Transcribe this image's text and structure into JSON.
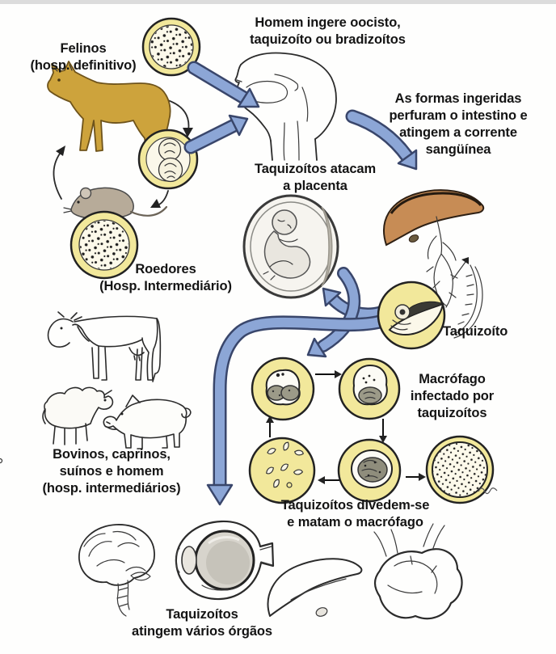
{
  "labels": {
    "felinos": "Felinos\n(hosp. definitivo)",
    "homem": "Homem ingere oocisto,\ntaquizoíto ou bradizoítos",
    "formas": "As formas ingeridas\nperfuram o intestino e\natingem a corrente\nsangüínea",
    "placenta": "Taquizoítos atacam\na placenta",
    "roedores": "Roedores\n(Hosp. Intermediário)",
    "taquizoito": "Taquizoíto",
    "macrofago": "Macrófago\ninfectado por\ntaquizoítos",
    "dividem": "Taquizoítos divedem-se\ne matam o macrófago",
    "bovinos": "Bovinos, caprinos,\nsuínos e homem\n(hosp. intermediários)",
    "orgaos": "Taquizoítos\natingem vários órgãos"
  },
  "colors": {
    "cell_yellow": "#f2e89b",
    "cell_cream": "#fcf9ea",
    "arrow_blue": "#8ca6d6",
    "arrow_edge": "#39466b",
    "cat_gold": "#cda33c",
    "mouse_gray": "#b7ab99",
    "liver_brown": "#c78c55",
    "text_dark": "#141414"
  }
}
